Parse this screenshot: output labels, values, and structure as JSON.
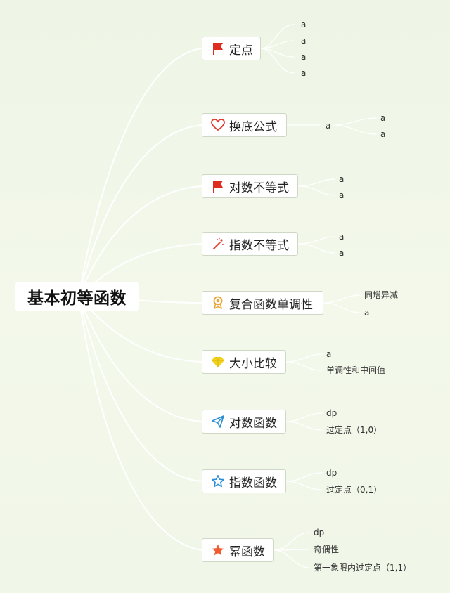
{
  "root": {
    "label": "基本初等函数"
  },
  "branches": [
    {
      "label": "定点",
      "icon": "red-flag-icon",
      "leaves": [
        "a",
        "a",
        "a",
        "a"
      ]
    },
    {
      "label": "换底公式",
      "icon": "heart-icon",
      "mid": "a",
      "leaves": [
        "a",
        "a"
      ]
    },
    {
      "label": "对数不等式",
      "icon": "red-flag-icon",
      "leaves": [
        "a",
        "a"
      ]
    },
    {
      "label": "指数不等式",
      "icon": "magic-wand-icon",
      "leaves": [
        "a",
        "a"
      ]
    },
    {
      "label": "复合函数单调性",
      "icon": "award-ribbon-icon",
      "leaves": [
        "同增异减",
        "a"
      ]
    },
    {
      "label": "大小比较",
      "icon": "diamond-icon",
      "leaves": [
        "a",
        "单调性和中间值"
      ]
    },
    {
      "label": "对数函数",
      "icon": "paper-plane-icon",
      "leaves": [
        "dp",
        "过定点（1,0）"
      ]
    },
    {
      "label": "指数函数",
      "icon": "star-outline-icon",
      "leaves": [
        "dp",
        "过定点（0,1）"
      ]
    },
    {
      "label": "幂函数",
      "icon": "star-filled-icon",
      "leaves": [
        "dp",
        "奇偶性",
        "第一象限内过定点（1,1）"
      ]
    }
  ],
  "colors": {
    "connector": "#ffffff",
    "flag": "#e02b20",
    "heart": "#e03a2f",
    "wand": "#e0483a",
    "award": "#e8a531",
    "diamond": "#f2d21b",
    "plane": "#2c8fd6",
    "star_outline": "#2c8fd6",
    "star_filled": "#ef5a2f"
  }
}
